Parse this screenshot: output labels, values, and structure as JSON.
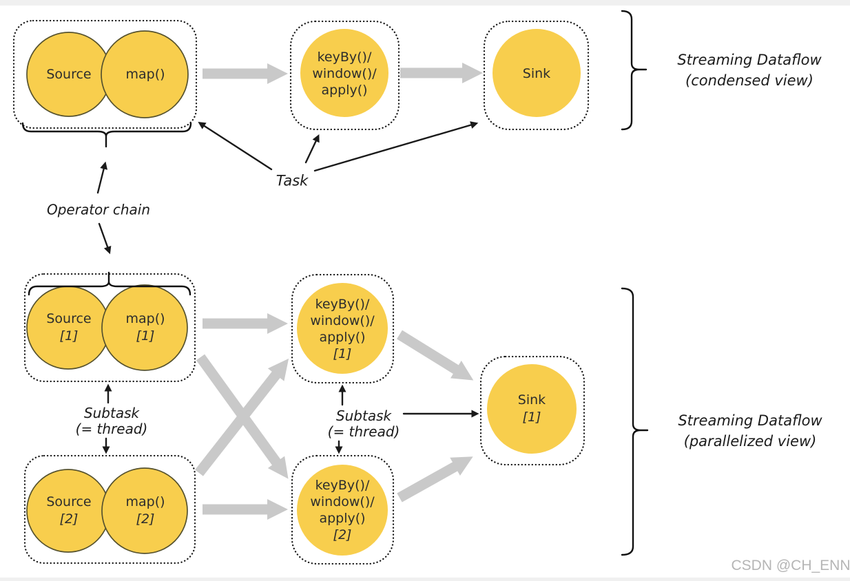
{
  "diagram": {
    "condensed": {
      "source": "Source",
      "map": "map()",
      "keyby_lines": [
        "keyBy()/",
        "window()/",
        "apply()"
      ],
      "sink": "Sink",
      "caption_line1": "Streaming Dataflow",
      "caption_line2": "(condensed view)"
    },
    "annotations": {
      "task": "Task",
      "operator_chain": "Operator chain",
      "subtask_line1": "Subtask",
      "subtask_line2": "(= thread)"
    },
    "parallelized": {
      "source1_line1": "Source",
      "source1_line2": "[1]",
      "map1_line1": "map()",
      "map1_line2": "[1]",
      "source2_line1": "Source",
      "source2_line2": "[2]",
      "map2_line1": "map()",
      "map2_line2": "[2]",
      "keyby1_lines": [
        "keyBy()/",
        "window()/",
        "apply()",
        "[1]"
      ],
      "keyby2_lines": [
        "keyBy()/",
        "window()/",
        "apply()",
        "[2]"
      ],
      "sink1_line1": "Sink",
      "sink1_line2": "[1]",
      "caption_line1": "Streaming Dataflow",
      "caption_line2": "(parallelized view)"
    },
    "watermark": "CSDN @CH_ENN",
    "colors": {
      "node_fill": "#F8CE4D",
      "node_stroke": "#56522e",
      "dotted_border": "#1a1a1a",
      "flow_arrow": "#c9c9c9",
      "annotation_line": "#1a1a1a",
      "text": "#2d2d2d",
      "watermark": "#b5b5b5",
      "edge_strip": "#f0f0f0"
    }
  }
}
